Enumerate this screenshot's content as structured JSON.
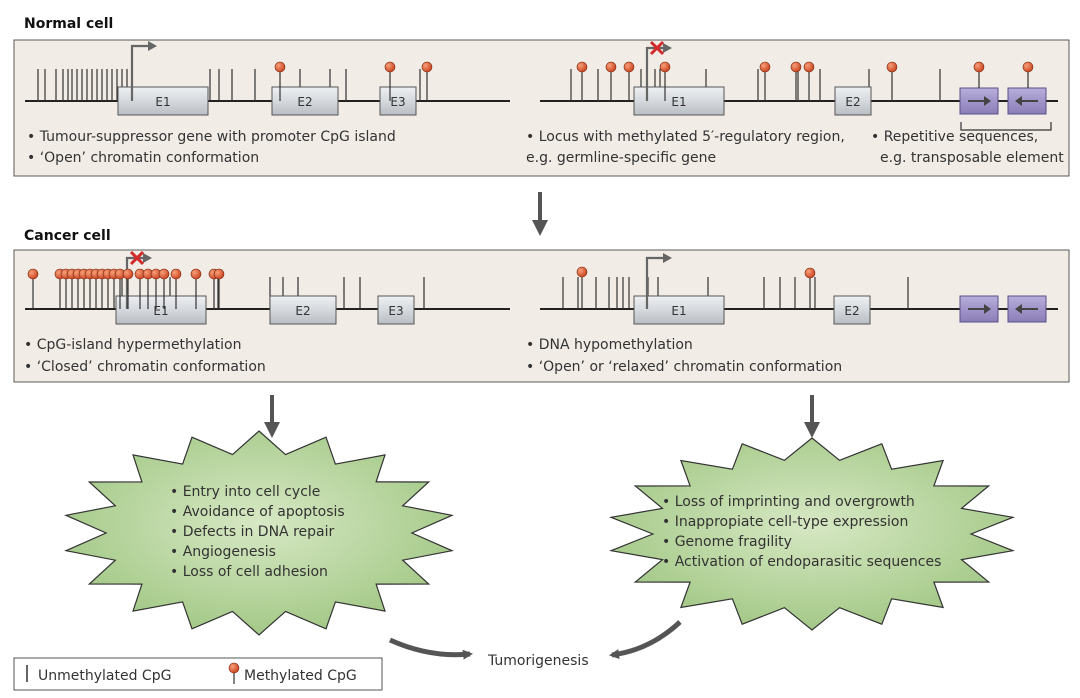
{
  "normal": {
    "title": "Normal cell",
    "left_exons": [
      "E1",
      "E2",
      "E3"
    ],
    "right_exons": [
      "E1",
      "E2"
    ],
    "left_desc": [
      "• Tumour-suppressor gene with promoter CpG island",
      "• ‘Open’ chromatin conformation"
    ],
    "mid_desc": [
      "• Locus with methylated 5′-regulatory region,",
      "e.g. germline-specific gene"
    ],
    "right_desc": [
      "• Repetitive sequences,",
      "e.g. transposable element"
    ]
  },
  "cancer": {
    "title": "Cancer cell",
    "left_exons": [
      "E1",
      "E2",
      "E3"
    ],
    "right_exons": [
      "E1",
      "E2"
    ],
    "left_desc": [
      "• CpG-island hypermethylation",
      "• ‘Closed’ chromatin conformation"
    ],
    "right_desc": [
      "• DNA hypomethylation",
      "• ‘Open’ or ‘relaxed’ chromatin conformation"
    ]
  },
  "outcomes": {
    "left": [
      "• Entry into cell cycle",
      "• Avoidance of apoptosis",
      "• Defects in DNA repair",
      "• Angiogenesis",
      "• Loss of cell adhesion"
    ],
    "right": [
      "• Loss of imprinting and overgrowth",
      "• Inappropiate cell-type expression",
      "• Genome fragility",
      "• Activation of endoparasitic sequences"
    ]
  },
  "result": "Tumorigenesis",
  "legend": {
    "unmethylated": "Unmethylated CpG",
    "methylated": "Methylated CpG"
  },
  "colors": {
    "panel": "#f1ece5",
    "exon": "#d9dcdf",
    "repeat": "#9b8fc4",
    "cpg_methylated": "#e0522b",
    "burst": "#b6d39c",
    "arrow": "#555555",
    "block": "#d42a2a"
  },
  "icons": [
    "unmethylated-cpg-icon",
    "methylated-cpg-icon",
    "transcription-arrow-icon",
    "block-x-icon",
    "down-arrow-icon"
  ]
}
